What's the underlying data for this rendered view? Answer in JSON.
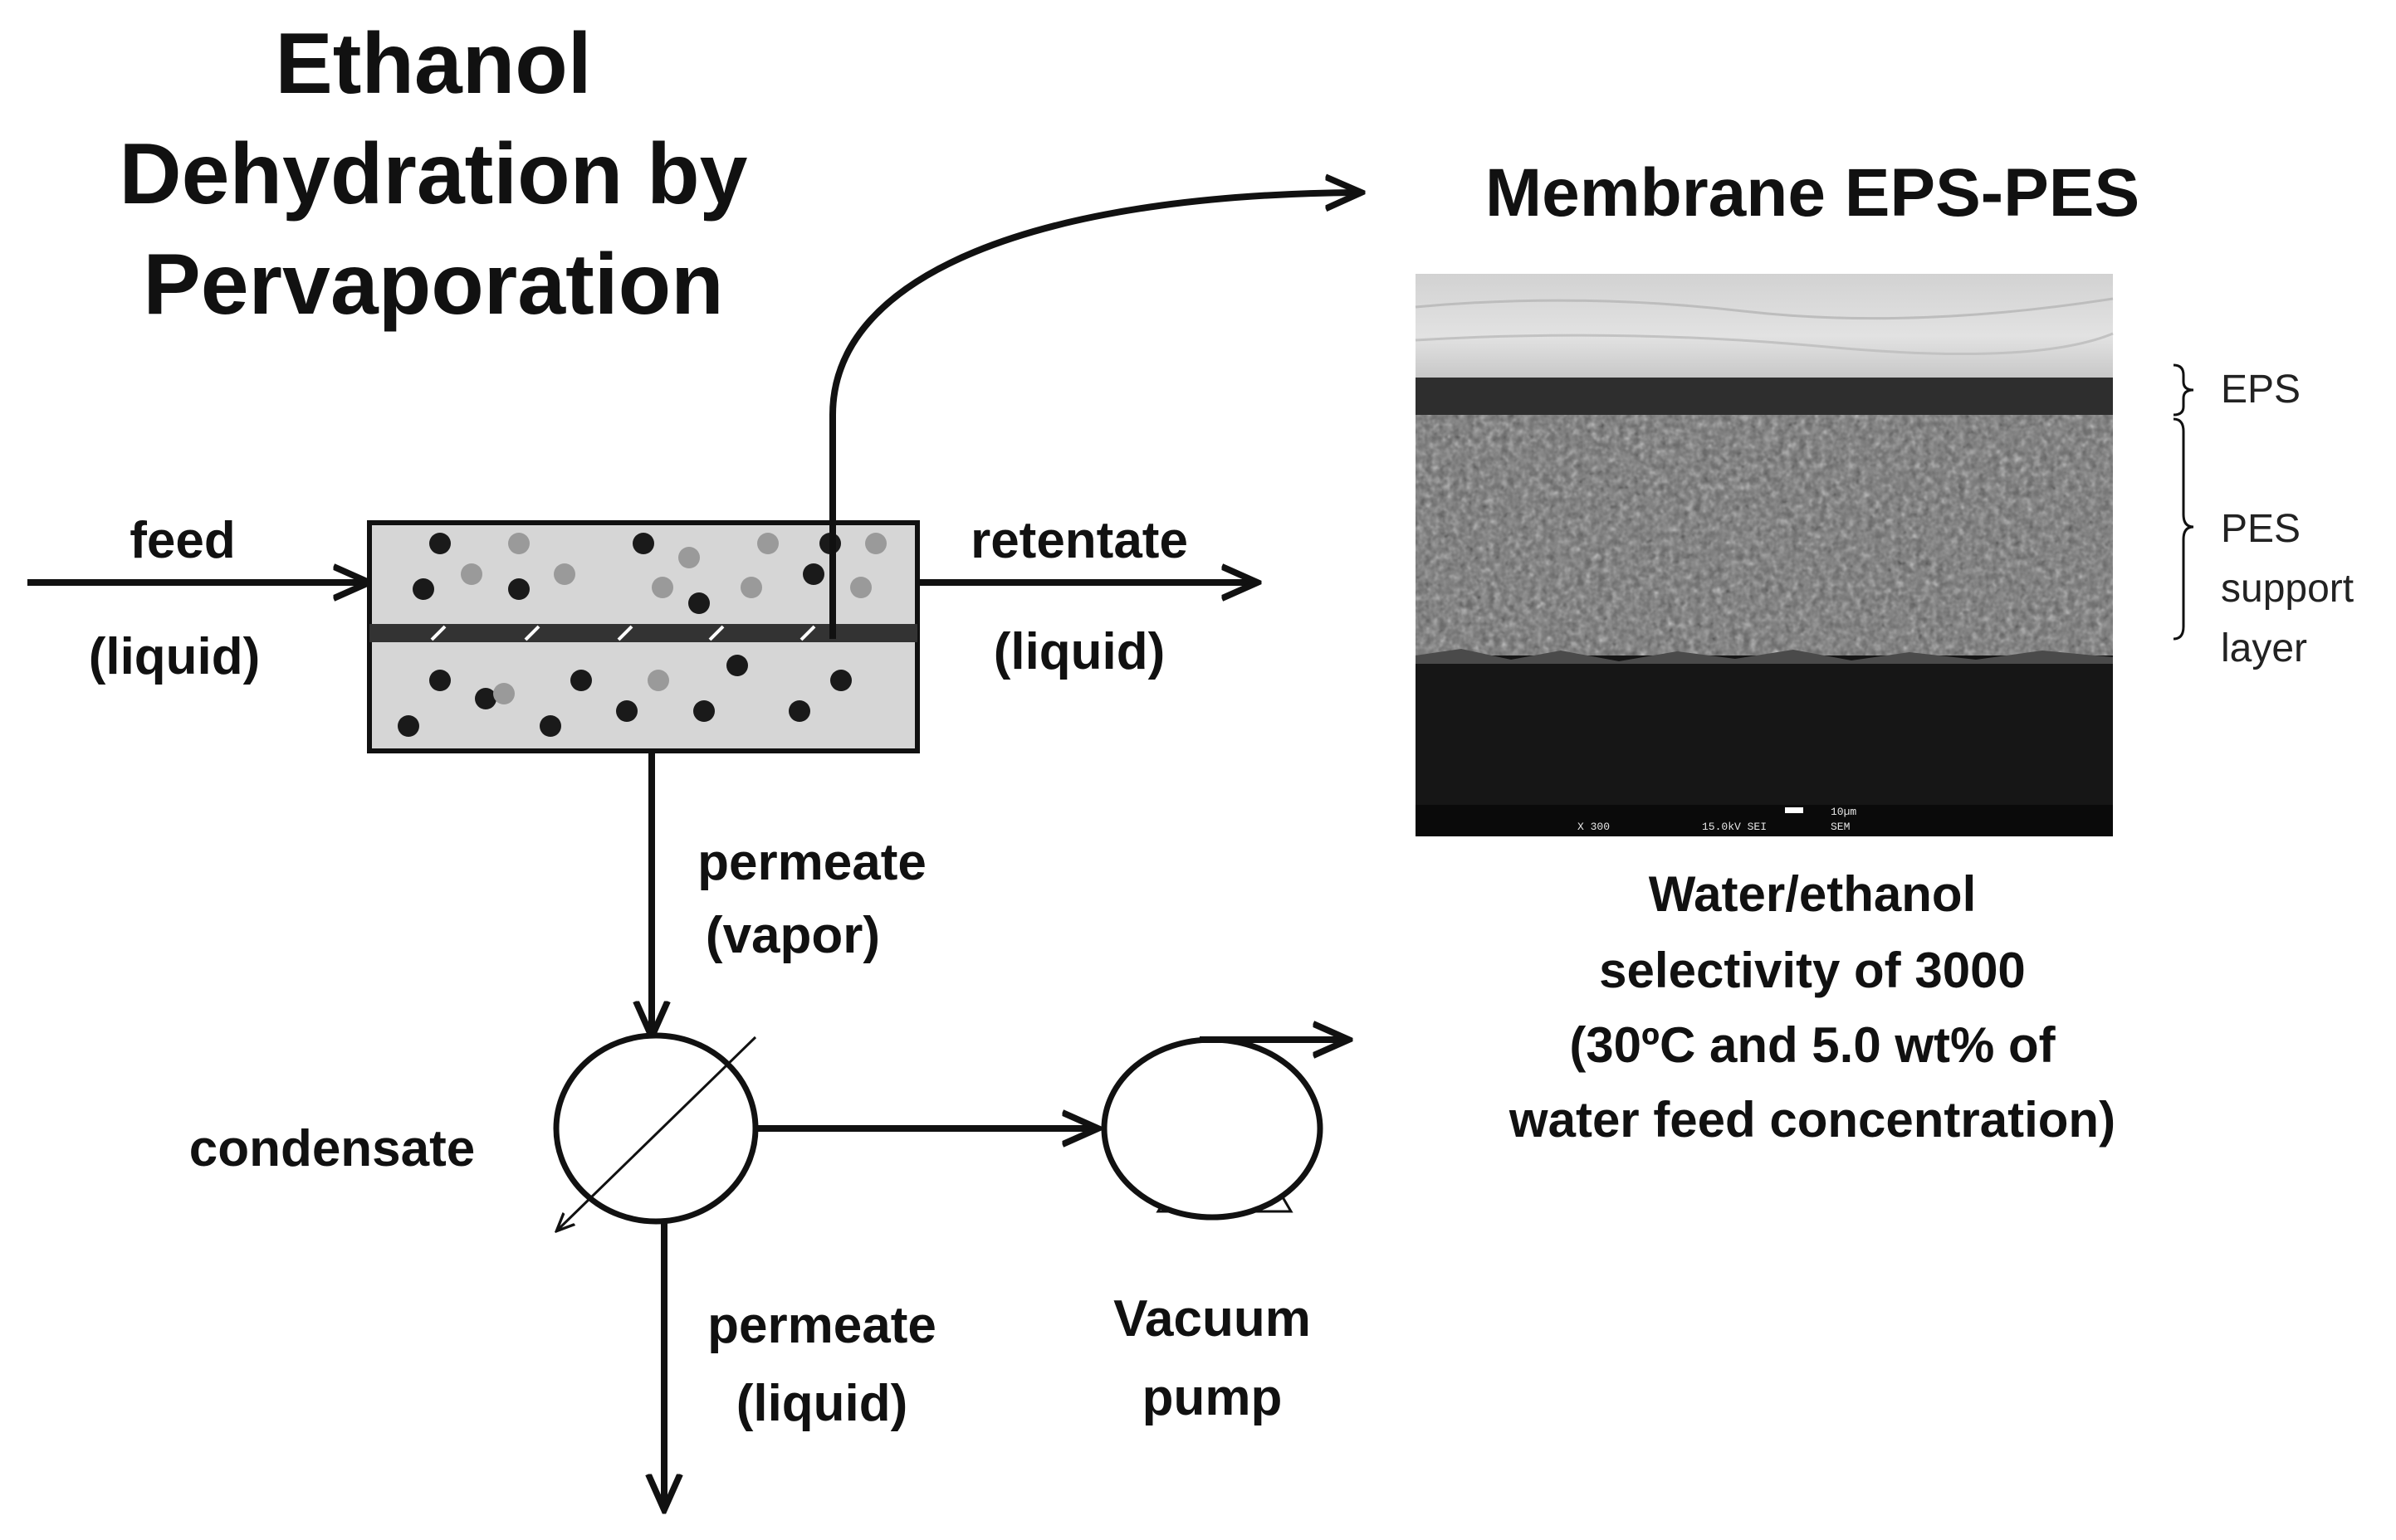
{
  "title": [
    "Ethanol",
    "Dehydration by",
    "Pervaporation"
  ],
  "streams": {
    "feed": "feed",
    "feed_phase": "(liquid)",
    "retentate": "retentate",
    "retentate_phase": "(liquid)",
    "permeate_vapor": "permeate",
    "permeate_vapor_phase": "(vapor)",
    "condensate": "condensate",
    "permeate_liquid": "permeate",
    "permeate_liquid_phase": "(liquid)",
    "vacuum_pump": [
      "Vacuum",
      "pump"
    ]
  },
  "membrane": {
    "title": "Membrane EPS-PES",
    "layers": [
      "EPS",
      "PES",
      "support",
      "layer"
    ],
    "sem_scale": "10µm",
    "sem_info": [
      "X 300",
      "15.0kV SEI",
      "SEM"
    ]
  },
  "selectivity": [
    "Water/ethanol",
    "selectivity of 3000",
    "(30ºC and 5.0 wt% of",
    "water feed concentration)"
  ],
  "colors": {
    "line": "#111111",
    "module_fill": "#d6d6d6",
    "membrane_band": "#333333",
    "dot_dark": "#1a1a1a",
    "dot_gray": "#9a9a9a"
  }
}
